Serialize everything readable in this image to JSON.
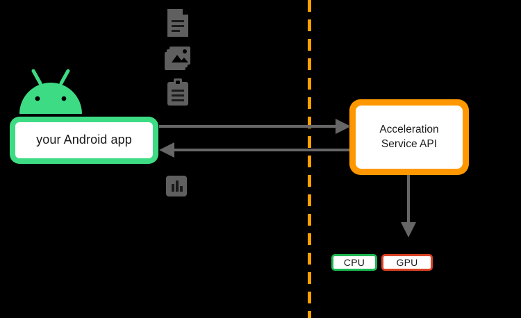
{
  "diagram": {
    "background_color": "#000000",
    "title_text": "",
    "app_box": {
      "label": "your Android app",
      "border_color": "#3DDC84",
      "fill_color": "#FFFFFF",
      "text_color": "#1A1A1A"
    },
    "android_logo": {
      "name": "android-robot-logo",
      "color": "#3DDC84"
    },
    "data_icons": [
      {
        "name": "document-icon",
        "label": "document",
        "color": "#5F5F5F"
      },
      {
        "name": "image-icon",
        "label": "image",
        "color": "#5F5F5F"
      },
      {
        "name": "clipboard-icon",
        "label": "clipboard",
        "color": "#5F5F5F"
      },
      {
        "name": "bar-chart-icon",
        "label": "bar chart",
        "color": "#5F5F5F"
      }
    ],
    "divider": {
      "name": "dashed-boundary-line",
      "color": "#FFA000",
      "style": "dashed",
      "orientation": "vertical"
    },
    "api_box": {
      "label": "Acceleration\nService API",
      "border_color": "#FF9800",
      "fill_color": "#FFFFFF",
      "text_color": "#1A1A1A"
    },
    "arrows": [
      {
        "name": "arrow-app-to-api",
        "direction": "right",
        "color": "#666666"
      },
      {
        "name": "arrow-api-to-app",
        "direction": "left",
        "color": "#666666"
      },
      {
        "name": "arrow-api-to-backends",
        "direction": "down",
        "color": "#666666"
      }
    ],
    "backends": [
      {
        "label": "CPU",
        "border_color": "#1DB954",
        "fill_color": "#FFFFFF",
        "text_color": "#1A1A1A"
      },
      {
        "label": "GPU",
        "border_color": "#DB4326",
        "fill_color": "#FFFFFF",
        "text_color": "#1A1A1A"
      }
    ]
  }
}
